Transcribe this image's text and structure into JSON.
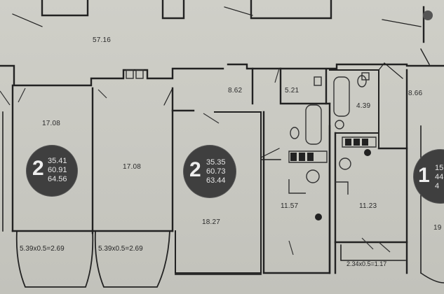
{
  "rooms": [
    {
      "id": "top-room",
      "area": "57.16"
    },
    {
      "id": "left-room-a",
      "area": "17.08"
    },
    {
      "id": "left-room-b",
      "area": "17.08"
    },
    {
      "id": "hall-1",
      "area": "8.62"
    },
    {
      "id": "bath-1",
      "area": "5.21"
    },
    {
      "id": "bath-2",
      "area": "4.39"
    },
    {
      "id": "hall-2",
      "area": "8.66"
    },
    {
      "id": "bedroom-center",
      "area": "18.27"
    },
    {
      "id": "kitchen-1",
      "area": "11.57"
    },
    {
      "id": "kitchen-2",
      "area": "11.23"
    },
    {
      "id": "right-room",
      "area": "19"
    }
  ],
  "apartment_badges": [
    {
      "id": "apt-left",
      "rooms": "2",
      "areas": [
        "35.41",
        "60.91",
        "64.56"
      ]
    },
    {
      "id": "apt-center",
      "rooms": "2",
      "areas": [
        "35.35",
        "60.73",
        "63.44"
      ]
    },
    {
      "id": "apt-right",
      "rooms": "1",
      "areas": [
        "15",
        "44",
        "4"
      ]
    }
  ],
  "balconies": [
    {
      "id": "balcony-left-a",
      "label": "5.39x0.5=2.69"
    },
    {
      "id": "balcony-left-b",
      "label": "5.39x0.5=2.69"
    },
    {
      "id": "balcony-right",
      "label": "2.34x0.5=1.17"
    }
  ],
  "colors": {
    "paper": "#c9c9c2",
    "wall": "#222222",
    "badge": "#3f3f3f"
  }
}
